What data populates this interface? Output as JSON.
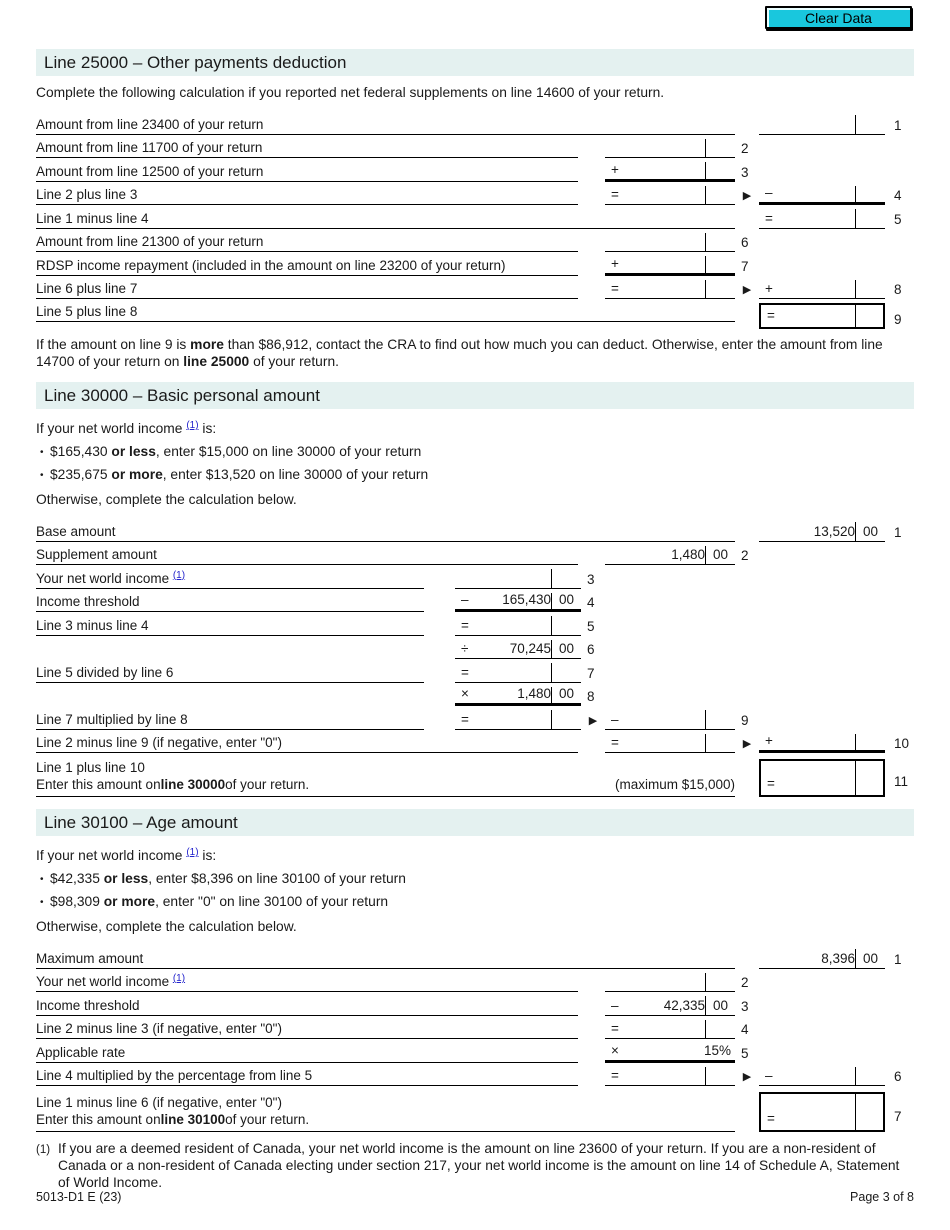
{
  "toolbar": {
    "clear_button_label": "Clear Data"
  },
  "colors": {
    "header_bg": "#e4f1f0",
    "button_bg": "#19c7dd",
    "link_blue": "#2323cc"
  },
  "sections": [
    {
      "title": "Line 25000 – Other payments deduction",
      "intro": "Complete the following calculation if you reported net federal supplements on line 14600 of your return.",
      "rows": [
        {
          "label": "Amount from line 23400 of your return",
          "num": "1"
        },
        {
          "label": "Amount from line 11700 of your return",
          "num": "2"
        },
        {
          "label": "Amount from line 12500 of your return",
          "mid_op": "+",
          "num": "3"
        },
        {
          "label": "Line 2 plus line 3",
          "mid_op": "=",
          "right_op": "–",
          "num": "4"
        },
        {
          "label": "Line 1 minus line 4",
          "right_op": "=",
          "num": "5"
        },
        {
          "label": "Amount from line 21300 of your return",
          "num": "6"
        },
        {
          "label": "RDSP income repayment (included in the amount on line 23200 of your return)",
          "mid_op": "+",
          "num": "7"
        },
        {
          "label": "Line 6 plus line 7",
          "mid_op": "=",
          "right_op": "+",
          "num": "8"
        },
        {
          "label": "Line 5 plus line 8",
          "box_op": "=",
          "num": "9"
        }
      ],
      "note": {
        "p1": "If the amount on line 9 is ",
        "p2": "more",
        "p3": " than $86,912, contact the CRA to find out how much you can deduct. Otherwise, enter the amount from line 14700 of your return on ",
        "p4": "line 25000",
        "p5": " of your return."
      }
    },
    {
      "title": "Line 30000 – Basic personal amount",
      "intro_pre": "If your net world income ",
      "footnote_ref": "(1)",
      "intro_post": " is:",
      "bullets": [
        {
          "pre": "$165,430 ",
          "bold": "or less",
          "post": ", enter $15,000 on line 30000 of your return"
        },
        {
          "pre": "$235,675 ",
          "bold": "or more",
          "post": ", enter $13,520 on line 30000 of your return"
        }
      ],
      "otherwise": "Otherwise, complete the calculation below.",
      "rows": [
        {
          "label": "Base amount",
          "right_amount": "13,520",
          "right_cents": "00",
          "num": "1"
        },
        {
          "label": "Supplement amount",
          "mid_amount": "1,480",
          "mid_cents": "00",
          "num": "2"
        },
        {
          "label_pre": "Your net world income ",
          "footnote_ref": "(1)",
          "num": "3"
        },
        {
          "label": "Income threshold",
          "inner_op": "–",
          "inner_amount": "165,430",
          "inner_cents": "00",
          "num": "4"
        },
        {
          "label": "Line 3 minus line 4",
          "inner_op": "=",
          "num": "5"
        },
        {
          "inner_op": "÷",
          "inner_amount": "70,245",
          "inner_cents": "00",
          "num": "6"
        },
        {
          "label": "Line 5 divided by line 6",
          "inner_op": "=",
          "num": "7"
        },
        {
          "inner_op": "×",
          "inner_amount": "1,480",
          "inner_cents": "00",
          "num": "8"
        },
        {
          "label": "Line 7 multiplied by line 8",
          "inner_op": "=",
          "mid_op": "–",
          "num": "9"
        },
        {
          "label": "Line 2 minus line 9 (if negative, enter \"0\")",
          "mid_op": "=",
          "right_op": "+",
          "num": "10"
        },
        {
          "label_line1": "Line 1 plus line 10",
          "label_line2_pre": "Enter this amount on ",
          "label_line2_bold": "line 30000",
          "label_line2_post": " of your return.",
          "maximum": "(maximum $15,000)",
          "box_op": "=",
          "num": "11"
        }
      ]
    },
    {
      "title": "Line 30100 – Age amount",
      "intro_pre": "If your net world income ",
      "footnote_ref": "(1)",
      "intro_post": " is:",
      "bullets": [
        {
          "pre": "$42,335 ",
          "bold": "or less",
          "post": ", enter $8,396 on line 30100 of your return"
        },
        {
          "pre": "$98,309 ",
          "bold": "or more",
          "post": ", enter \"0\" on line 30100 of your return"
        }
      ],
      "otherwise": "Otherwise, complete the calculation below.",
      "rows": [
        {
          "label": "Maximum amount",
          "right_amount": "8,396",
          "right_cents": "00",
          "num": "1"
        },
        {
          "label_pre": "Your net world income ",
          "footnote_ref": "(1)",
          "num": "2"
        },
        {
          "label": "Income threshold",
          "mid_op": "–",
          "mid_amount": "42,335",
          "mid_cents": "00",
          "num": "3"
        },
        {
          "label": "Line 2 minus line 3 (if negative, enter \"0\")",
          "mid_op": "=",
          "num": "4"
        },
        {
          "label": "Applicable rate",
          "mid_op": "×",
          "mid_amount": "15%",
          "num": "5"
        },
        {
          "label": "Line 4 multiplied by the percentage from line 5",
          "mid_op": "=",
          "right_op": "–",
          "num": "6"
        },
        {
          "label_line1": "Line 1 minus line 6 (if negative, enter \"0\")",
          "label_line2_pre": "Enter this amount on ",
          "label_line2_bold": "line 30100",
          "label_line2_post": " of your return.",
          "box_op": "=",
          "num": "7"
        }
      ]
    }
  ],
  "footnote": {
    "marker": "(1)",
    "text": "If you are a deemed resident of Canada, your net world income is the amount on line 23600 of your return. If you are a non-resident of Canada or a non-resident of Canada electing under section 217, your net world income is the amount on line 14 of Schedule A, Statement of World Income."
  },
  "footer": {
    "left": "5013-D1 E (23)",
    "right": "Page 3 of 8"
  }
}
